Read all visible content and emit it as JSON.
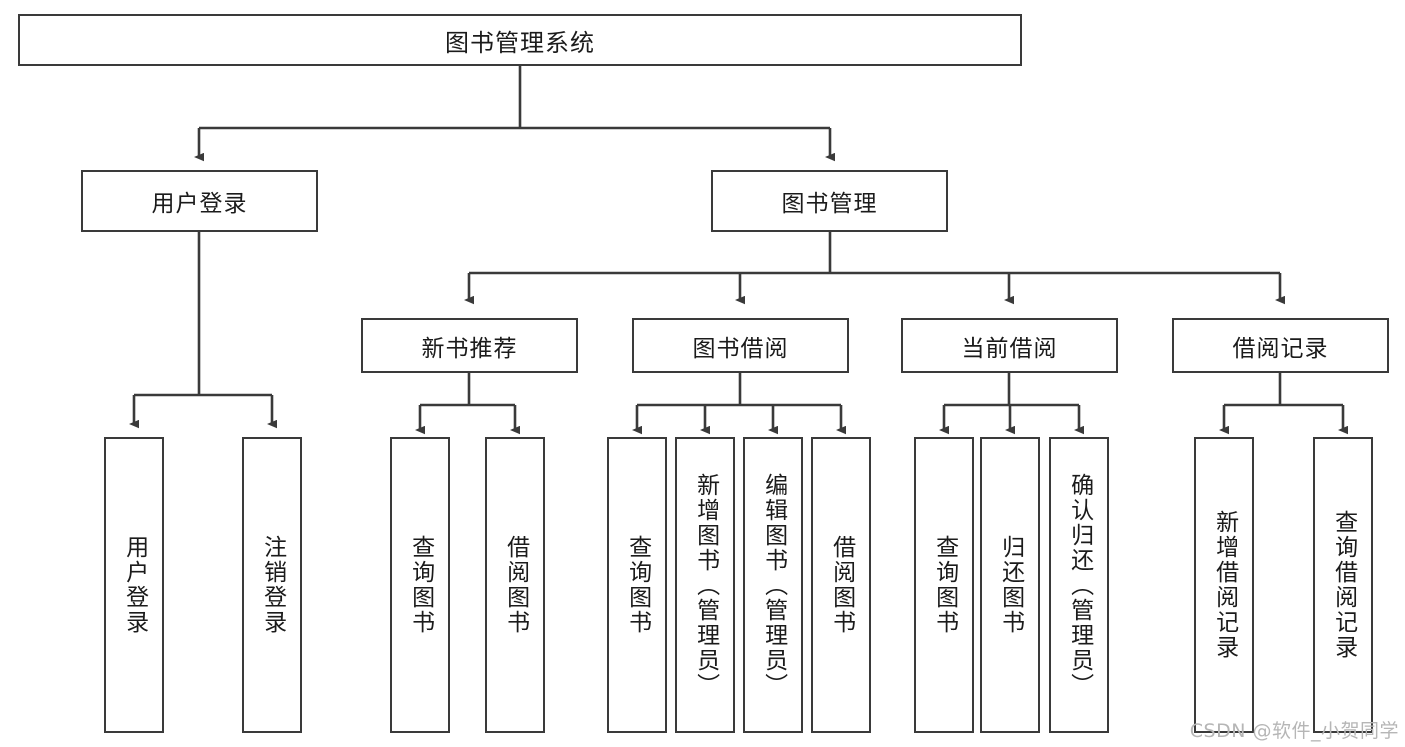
{
  "diagram": {
    "title": "图书管理系统",
    "type": "tree",
    "orientation": "top-down",
    "line_color": "#3a3a3a",
    "box_border_color": "#3a3a3a",
    "box_fill_color": "#ffffff",
    "background_color": "#ffffff",
    "watermark": "CSDN @软件_小贺同学"
  },
  "nodes": {
    "root": {
      "label": "图书管理系统"
    },
    "level1": [
      {
        "id": "user-login",
        "label": "用户登录"
      },
      {
        "id": "book-manage",
        "label": "图书管理"
      }
    ],
    "level2": [
      {
        "id": "new-book-recommend",
        "label": "新书推荐",
        "parent": "book-manage"
      },
      {
        "id": "book-borrow",
        "label": "图书借阅",
        "parent": "book-manage"
      },
      {
        "id": "current-borrow",
        "label": "当前借阅",
        "parent": "book-manage"
      },
      {
        "id": "borrow-record",
        "label": "借阅记录",
        "parent": "book-manage"
      }
    ],
    "leaves": [
      {
        "id": "leaf-user-login",
        "label": "用户登录",
        "parent": "user-login"
      },
      {
        "id": "leaf-logout-login",
        "label": "注销登录",
        "parent": "user-login"
      },
      {
        "id": "leaf-query-book-1",
        "label": "查询图书",
        "parent": "new-book-recommend"
      },
      {
        "id": "leaf-borrow-book-1",
        "label": "借阅图书",
        "parent": "new-book-recommend"
      },
      {
        "id": "leaf-query-book-2",
        "label": "查询图书",
        "parent": "book-borrow"
      },
      {
        "id": "leaf-add-book",
        "label": "新增图书（管理员）",
        "parent": "book-borrow"
      },
      {
        "id": "leaf-edit-book",
        "label": "编辑图书（管理员）",
        "parent": "book-borrow"
      },
      {
        "id": "leaf-borrow-book-2",
        "label": "借阅图书",
        "parent": "book-borrow"
      },
      {
        "id": "leaf-query-book-3",
        "label": "查询图书",
        "parent": "current-borrow"
      },
      {
        "id": "leaf-return-book",
        "label": "归还图书",
        "parent": "current-borrow"
      },
      {
        "id": "leaf-confirm-return",
        "label": "确认归还（管理员）",
        "parent": "current-borrow"
      },
      {
        "id": "leaf-add-record",
        "label": "新增借阅记录",
        "parent": "borrow-record"
      },
      {
        "id": "leaf-query-record",
        "label": "查询借阅记录",
        "parent": "borrow-record"
      }
    ]
  }
}
